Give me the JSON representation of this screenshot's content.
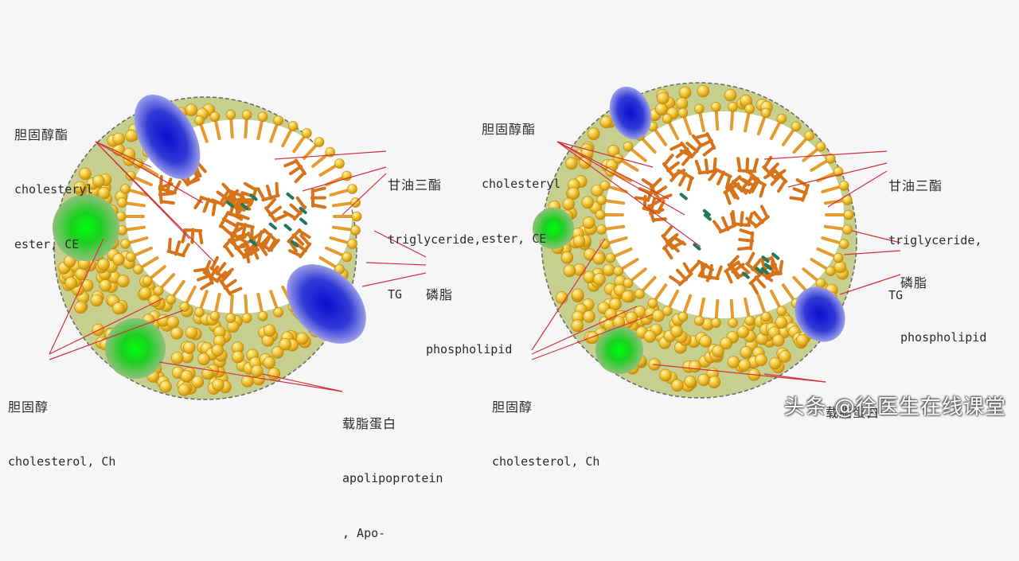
{
  "diagrams": [
    {
      "labels": {
        "cholesteryl_ester": {
          "zh": "胆固醇酯",
          "en": "cholesteryl",
          "en2": "ester, CE"
        },
        "triglyceride": {
          "zh": "甘油三酯",
          "en": "triglyceride,",
          "en2": "TG"
        },
        "phospholipid": {
          "zh": "磷脂",
          "en": "phospholipid"
        },
        "cholesterol": {
          "zh": "胆固醇",
          "en": "cholesterol, Ch"
        },
        "apolipoprotein": {
          "zh": "载脂蛋白",
          "en": "apolipoprotein",
          "en2": ", Apo-"
        }
      }
    },
    {
      "labels": {
        "cholesteryl_ester": {
          "zh": "胆固醇酯",
          "en": "cholesteryl",
          "en2": "ester, CE"
        },
        "triglyceride": {
          "zh": "甘油三酯",
          "en": "triglyceride,",
          "en2": "TG"
        },
        "phospholipid": {
          "zh": "磷脂",
          "en": "phospholipid"
        },
        "cholesterol": {
          "zh": "胆固醇",
          "en": "cholesterol, Ch"
        },
        "apolipoprotein": {
          "zh": "载脂蛋白"
        }
      }
    }
  ],
  "watermark": "头条 @徐医生在线课堂",
  "colors": {
    "shell": "#c7d08f",
    "head": "#f1c232",
    "tail": "#e69b2f",
    "triglyceride": "#d7741a",
    "apo_blue": "#2233cc",
    "cholesterol_green": "#22c22b",
    "pointer": "#d2313b"
  }
}
